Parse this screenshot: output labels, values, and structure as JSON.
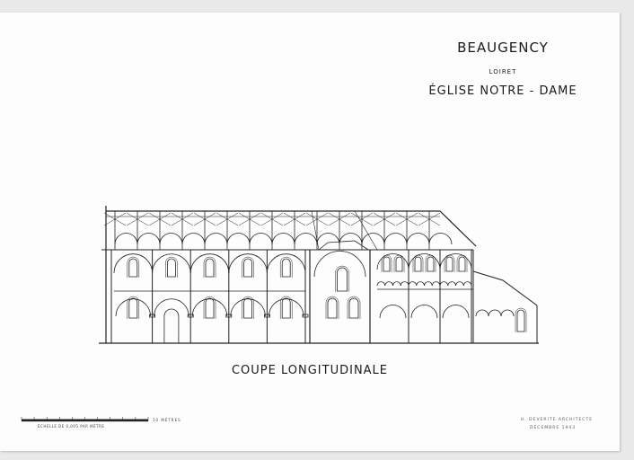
{
  "title": "BEAUGENCY",
  "department": "LOIRET",
  "church": "ÉGLISE NOTRE - DAME",
  "caption": "COUPE LONGITUDINALE",
  "scale": {
    "label": "ÉCHELLE DE 0,005 PAR MÈTRE",
    "unit": "10 MÈTRES"
  },
  "credits": {
    "architect": "H. DEVERITE ARCHITECTE",
    "date": "DÉCEMBRE 1943"
  },
  "drawing": {
    "nave_bays": 5,
    "choir_bays": 3,
    "line_color": "#222222"
  }
}
